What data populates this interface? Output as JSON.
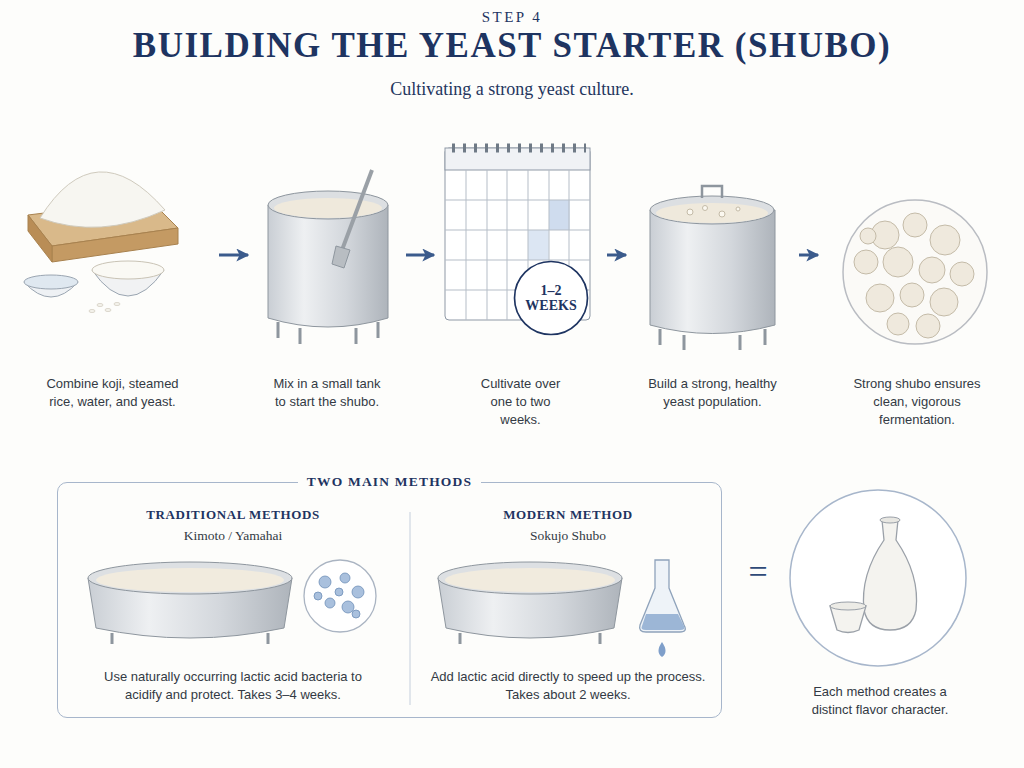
{
  "diagram": {
    "title": "BUILDING THE YEAST STARTER (SHUBO)",
    "caption": "Cultivating a strong yeast culture.",
    "nodes": [
      {
        "text": [
          "Combine koji, steamed rice, water, and yeast."
        ]
      },
      {
        "text": [
          "Mix in a small tank to start the shubo."
        ]
      },
      {
        "text": [
          "Cultivate over one to two weeks."
        ]
      },
      {
        "text": [
          "1–2 WEEKS"
        ],
        "in": 2
      },
      {
        "text": [
          "Build a strong, healthy yeast population."
        ]
      },
      {
        "text": [
          "Strong shubo ensures clean, vigorous fermentation."
        ]
      },
      {
        "text": [
          "TWO MAIN METHODS"
        ]
      },
      {
        "text": [
          "TRADITIONAL METHODS",
          "Kimoto / Yamahai",
          "Use naturally occurring lactic acid bacteria to acidify and protect. Takes 3–4 weeks."
        ],
        "in": 6
      },
      {
        "text": [
          "MODERN METHOD",
          "Sokujo Shubo",
          "Add lactic acid directly to speed up the process. Takes about 2 weeks."
        ],
        "in": 6
      },
      {
        "text": [
          "Each method creates a distinct flavor character."
        ]
      }
    ],
    "edges": [
      {
        "from": 0,
        "to": 1,
        "arrow": "to"
      },
      {
        "from": 1,
        "to": 2,
        "arrow": "to"
      },
      {
        "from": 2,
        "to": 4,
        "arrow": "to"
      },
      {
        "from": 4,
        "to": 5,
        "arrow": "to"
      }
    ],
    "labels": [
      "STEP 4",
      "="
    ]
  }
}
